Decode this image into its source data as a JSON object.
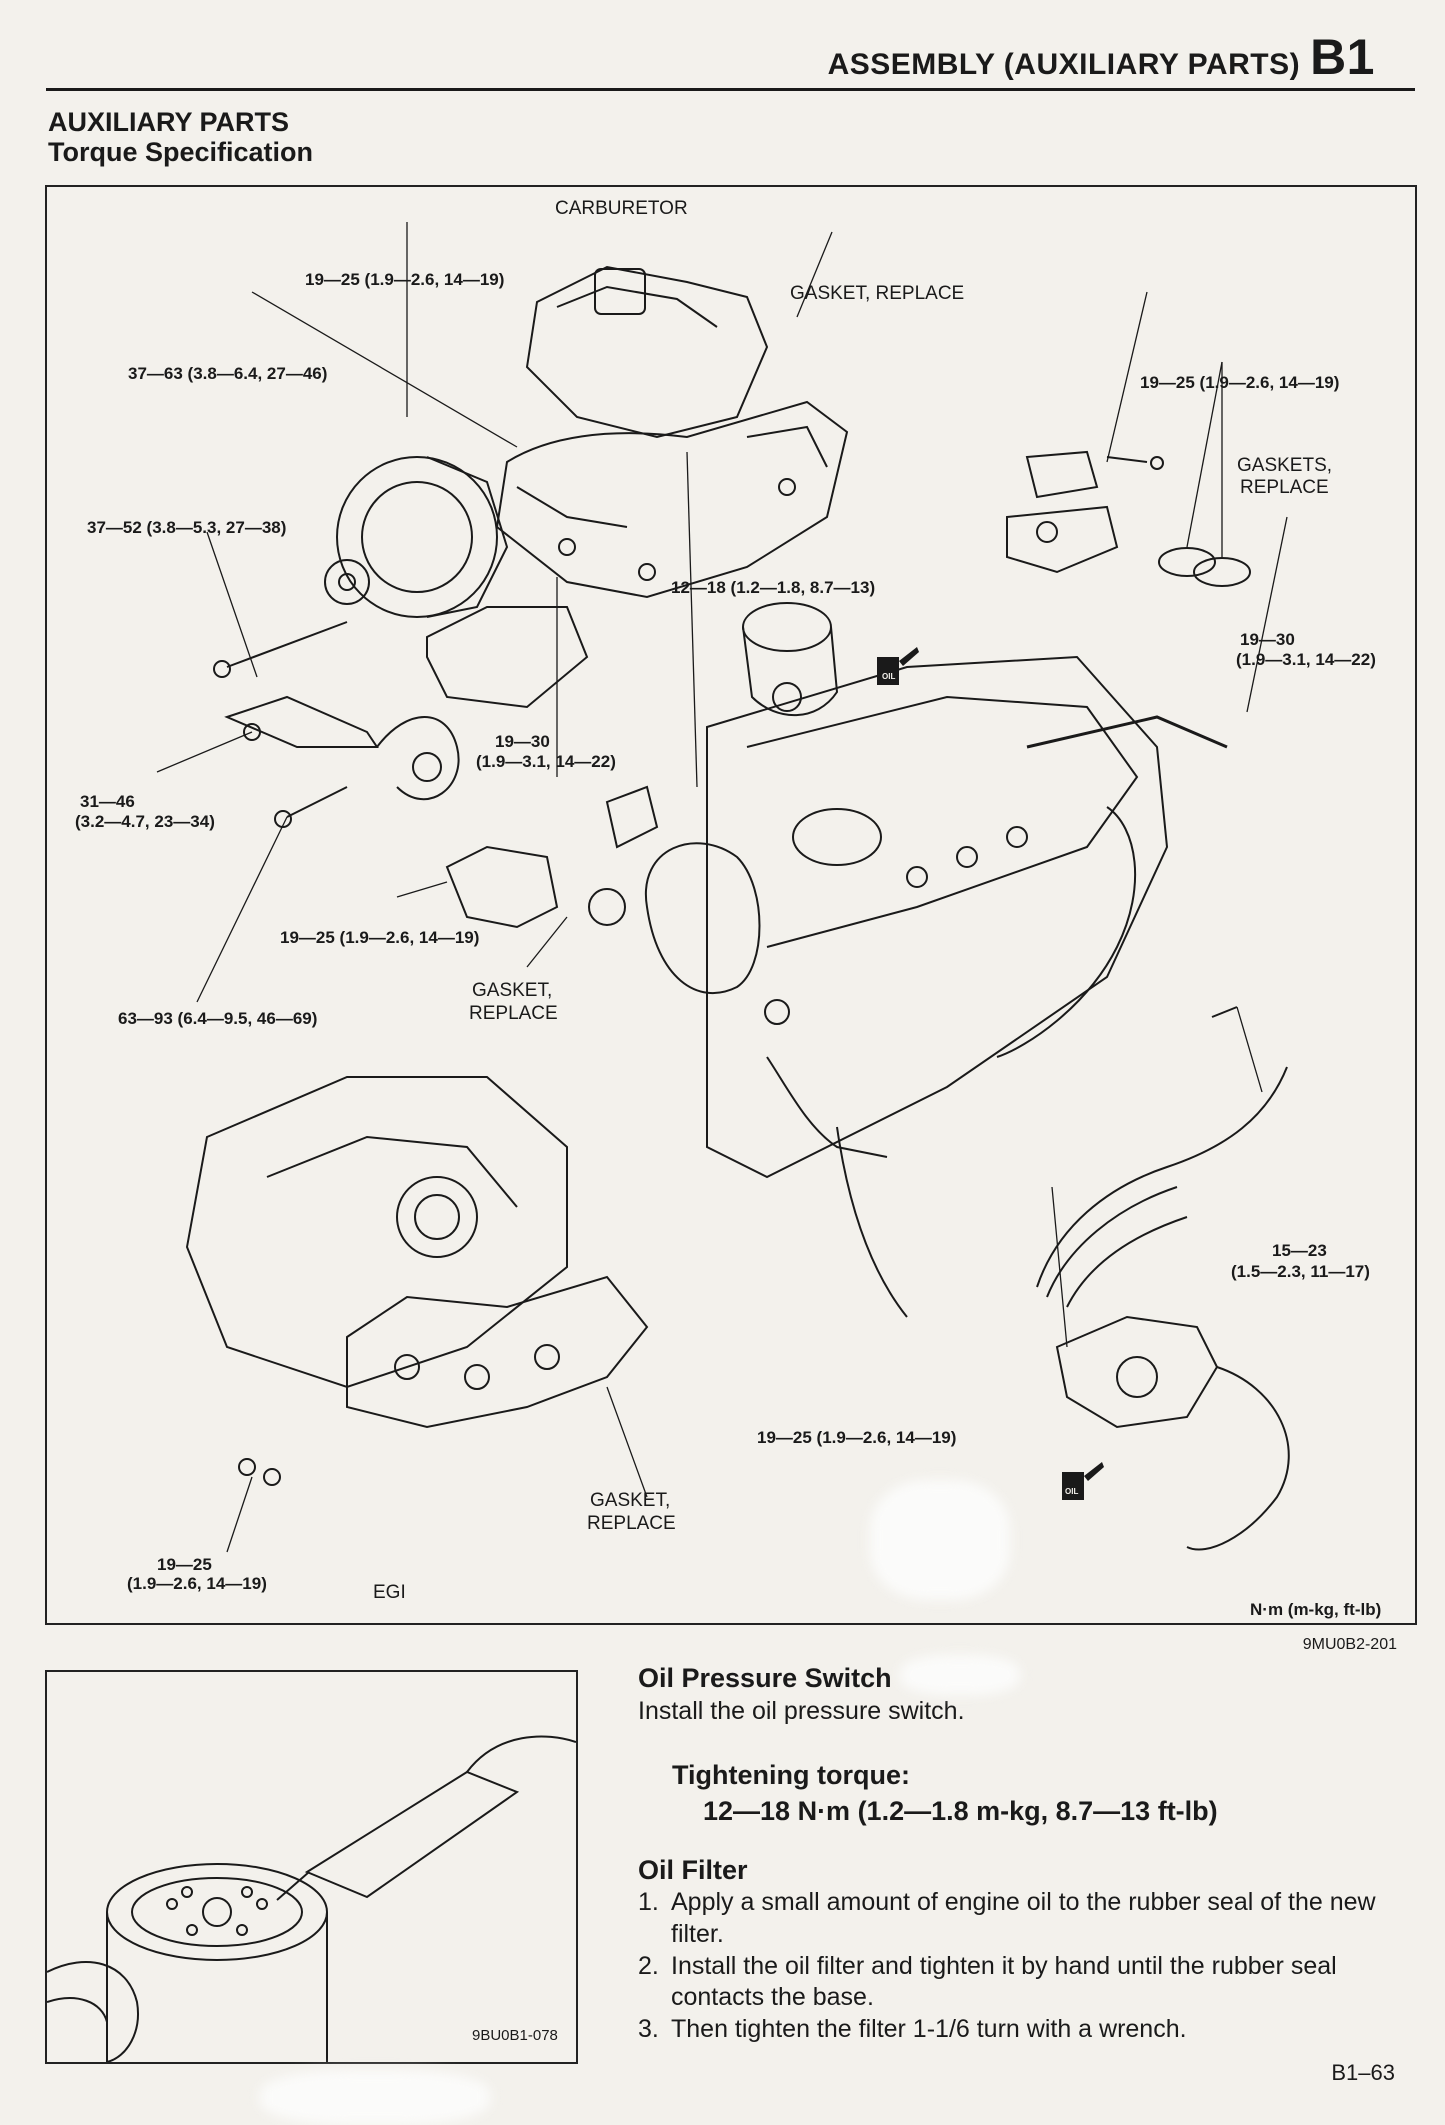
{
  "header": {
    "title": "ASSEMBLY (AUXILIARY PARTS)",
    "section": "B1"
  },
  "section": {
    "title": "AUXILIARY PARTS",
    "subtitle": "Torque Specification"
  },
  "diagram": {
    "labels": {
      "carburetor": "CARBURETOR",
      "carb_nut_torque": "19—25 (1.9—2.6, 14—19)",
      "gasket_top": "GASKET, REPLACE",
      "alt_upper_torque": "37—63 (3.8—6.4, 27—46)",
      "fuel_pump_torque": "19—25 (1.9—2.6, 14—19)",
      "gaskets_replace_1": "GASKETS,",
      "gaskets_replace_2": "REPLACE",
      "alt_lower_torque": "37—52 (3.8—5.3, 27—38)",
      "oil_switch_torque": "12—18 (1.2—1.8, 8.7—13)",
      "right_bolt_torque_1": "19—30",
      "right_bolt_torque_2": "(1.9—3.1, 14—22)",
      "center_bolt_torque_1": "19—30",
      "center_bolt_torque_2": "(1.9—3.1, 14—22)",
      "bracket_torque_1": "31—46",
      "bracket_torque_2": "(3.2—4.7, 23—34)",
      "thermo_torque": "19—25 (1.9—2.6, 14—19)",
      "gasket_mid_1": "GASKET,",
      "gasket_mid_2": "REPLACE",
      "pivot_torque": "63—93 (6.4—9.5, 46—69)",
      "spark_plug_torque_1": "15—23",
      "spark_plug_torque_2": "(1.5—2.3, 11—17)",
      "distributor_torque": "19—25 (1.9—2.6, 14—19)",
      "gasket_bottom_1": "GASKET,",
      "gasket_bottom_2": "REPLACE",
      "egi_nut_torque_1": "19—25",
      "egi_nut_torque_2": "(1.9—2.6, 14—19)",
      "egi": "EGI",
      "oil": "OIL"
    },
    "units": "N·m (m-kg, ft-lb)",
    "code": "9MU0B2-201"
  },
  "inset": {
    "code": "9BU0B1-078"
  },
  "oil_pressure_switch": {
    "heading": "Oil Pressure Switch",
    "instruction": "Install the oil pressure switch.",
    "torque_heading": "Tightening torque:",
    "torque_value": "12—18 N·m (1.2—1.8 m-kg, 8.7—13 ft-lb)"
  },
  "oil_filter": {
    "heading": "Oil Filter",
    "steps": [
      {
        "num": "1.",
        "text": "Apply a small amount of engine oil to the rubber seal of the new filter."
      },
      {
        "num": "2.",
        "text": "Install the oil filter and tighten it by hand until the rubber seal contacts the base."
      },
      {
        "num": "3.",
        "text": "Then tighten the filter 1-1/6 turn with a wrench."
      }
    ]
  },
  "page_number": "B1–63"
}
